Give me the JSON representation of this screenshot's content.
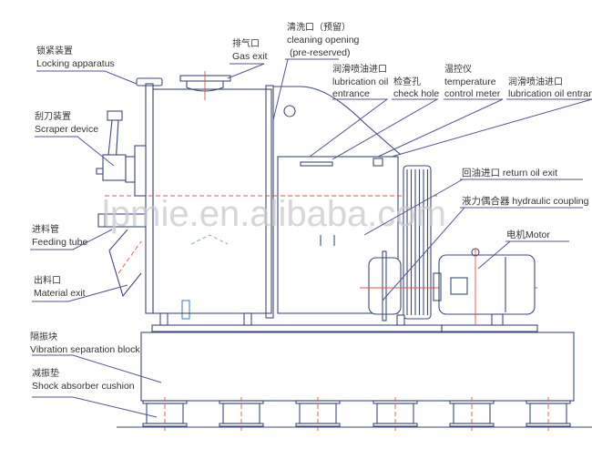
{
  "watermark": "lpmie.en.alibaba.com",
  "labels": {
    "locking": {
      "zh": "锁紧装置",
      "en": "Locking apparatus"
    },
    "scraper": {
      "zh": "刮刀装置",
      "en": "Scraper device"
    },
    "feeding": {
      "zh": "进料管",
      "en": "Feeding tube"
    },
    "material_exit": {
      "zh": "出料口",
      "en": "Material exit"
    },
    "gas_exit": {
      "zh": "排气口",
      "en": "Gas exit"
    },
    "cleaning": {
      "zh": "清洗口（预留）",
      "en1": "cleaning opening",
      "en2": "(pre-reserved)"
    },
    "lube1": {
      "zh": "润滑喷油进口",
      "en1": "lubrication oil",
      "en2": "entrance"
    },
    "check_hole": {
      "zh": "检查孔",
      "en": "check hole"
    },
    "temp": {
      "zh": "温控仪",
      "en1": "temperature",
      "en2": "control meter"
    },
    "lube2": {
      "zh": "润滑喷油进口",
      "en": "lubrication oil entranc"
    },
    "return_oil": "回油进口 return oil exit",
    "coupling": "液力偶合器 hydraulic coupling",
    "motor": "电机Motor",
    "vibration": {
      "zh": "隔振块",
      "en": "Vibration separation block"
    },
    "shock": {
      "zh": "减振垫",
      "en": "Shock absorber cushion"
    }
  }
}
